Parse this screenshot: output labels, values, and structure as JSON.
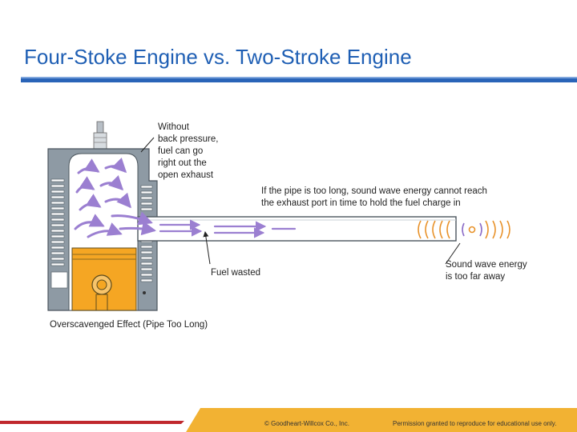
{
  "slide": {
    "title": "Four-Stoke Engine vs. Two-Stroke Engine"
  },
  "diagram": {
    "label_without_back_pressure": [
      "Without",
      "back pressure,",
      "fuel can go",
      "right out the",
      "open exhaust"
    ],
    "label_pipe_too_long": [
      "If the pipe is too long, sound wave energy cannot reach",
      "the exhaust port in time to hold the fuel charge in"
    ],
    "label_fuel_wasted": "Fuel wasted",
    "label_sound_wave": [
      "Sound wave energy",
      "is too far away"
    ],
    "caption": "Overscavenged  Effect (Pipe Too Long)",
    "colors": {
      "cylinder_gray": "#8e9aa4",
      "piston_orange": "#f5a623",
      "flow_purple": "#9b7fd1",
      "exhaust_pipe_fill": "#ffffff",
      "wave_orange": "#e8922a",
      "wave_purple": "#8b6cc7"
    }
  },
  "footer": {
    "copyright": "© Goodheart-Willcox Co., Inc.",
    "permission": "Permission granted to reproduce for educational use only.",
    "colors": {
      "red": "#c0282d",
      "gold": "#f2b233"
    }
  }
}
